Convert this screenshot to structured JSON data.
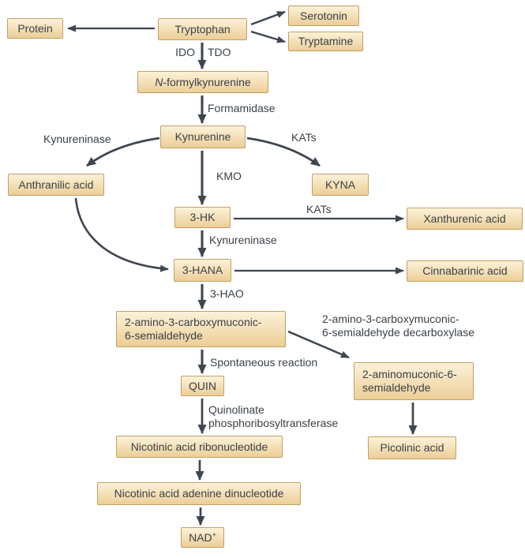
{
  "palette": {
    "box_fill_top": "#fcf2d8",
    "box_fill_bottom": "#ecce97",
    "box_border": "#c2a068",
    "text": "#3a4149",
    "arrow": "#3e4650",
    "background": "#ffffff"
  },
  "nodes": {
    "protein": {
      "label": "Protein"
    },
    "tryptophan": {
      "label": "Tryptophan"
    },
    "serotonin": {
      "label": "Serotonin"
    },
    "tryptamine": {
      "label": "Tryptamine"
    },
    "nfk": {
      "prefix": "N",
      "label": "-formylkynurenine"
    },
    "kynurenine": {
      "label": "Kynurenine"
    },
    "anthranilic_acid": {
      "label": "Anthranilic acid"
    },
    "kyna": {
      "label": "KYNA"
    },
    "three_hk": {
      "label": "3-HK"
    },
    "xanthurenic_acid": {
      "label": "Xanthurenic acid"
    },
    "three_hana": {
      "label": "3-HANA"
    },
    "cinnabarinic_acid": {
      "label": "Cinnabarinic acid"
    },
    "acms": {
      "line1": "2-amino-3-carboxymuconic-",
      "line2": "6-semialdehyde"
    },
    "quin": {
      "label": "QUIN"
    },
    "ams": {
      "line1": "2-aminomuconic-6-",
      "line2": "semialdehyde"
    },
    "nar": {
      "label": "Nicotinic acid ribonucleotide"
    },
    "picolinic_acid": {
      "label": "Picolinic acid"
    },
    "naad": {
      "label": "Nicotinic acid adenine dinucleotide"
    },
    "nad": {
      "base": "NAD",
      "sup": "+"
    }
  },
  "enzyme_labels": {
    "ido": "IDO",
    "tdo": "TDO",
    "formamidase": "Formamidase",
    "kynureninase_left": "Kynureninase",
    "kats_right": "KATs",
    "kmo": "KMO",
    "kats_xanthurenic": "KATs",
    "kynureninase_mid": "Kynureninase",
    "hao": "3-HAO",
    "decarboxylase_line1": "2-amino-3-carboxymuconic-",
    "decarboxylase_line2": "6-semialdehyde decarboxylase",
    "spontaneous": "Spontaneous reaction",
    "qprt_line1": "Quinolinate",
    "qprt_line2": "phosphoribosyltransferase"
  }
}
